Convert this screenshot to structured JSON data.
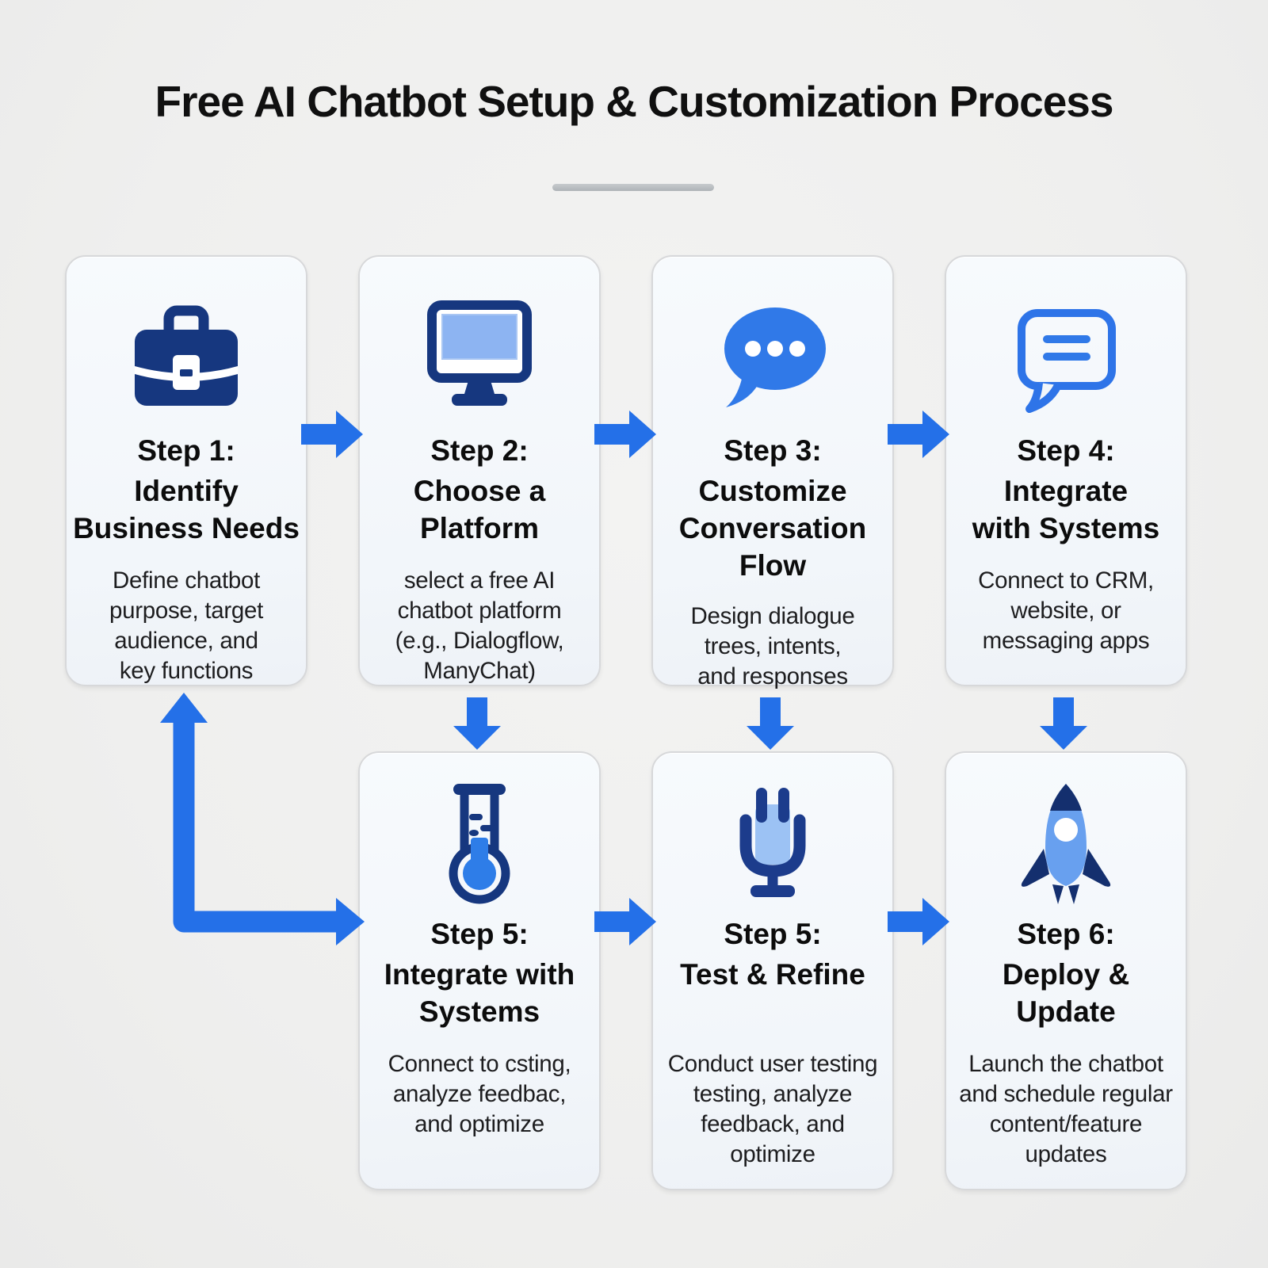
{
  "title": "Free AI Chatbot Setup & Customization Process",
  "colors": {
    "arrow_blue": "#2470e8",
    "icon_navy": "#16377f",
    "icon_blue": "#3079e8",
    "icon_light_blue": "#9cc2f4",
    "card_background": "#f5f8fb",
    "page_background": "#f0f0ee",
    "divider_gray": "#b3b8bd"
  },
  "cards": [
    {
      "icon": "briefcase-icon",
      "step": "Step 1:",
      "heading": "Identify\nBusiness Needs",
      "body": "Define chatbot\npurpose, target\naudience, and\nkey functions"
    },
    {
      "icon": "monitor-icon",
      "step": "Step 2:",
      "heading": "Choose a\nPlatform",
      "body": "select a free AI\nchatbot platform\n(e.g., Dialogflow,\nManyChat)"
    },
    {
      "icon": "speech-bubble-dots-icon",
      "step": "Step 3:",
      "heading": "Customize\nConversation Flow",
      "body": "Design dialogue\ntrees, intents,\nand responses"
    },
    {
      "icon": "chat-bubble-lines-icon",
      "step": "Step 4:",
      "heading": "Integrate\nwith Systems",
      "body": "Connect to CRM,\nwebsite, or\nmessaging apps"
    },
    {
      "icon": "test-tube-icon",
      "step": "Step 5:",
      "heading": "Integrate with\nSystems",
      "body": "Connect to csting,\nanalyze feedbac,\nand optimize"
    },
    {
      "icon": "microphone-icon",
      "step": "Step 5:",
      "heading": "Test & Refine",
      "body": "Conduct user testing\ntesting, analyze\nfeedback, and\noptimize"
    },
    {
      "icon": "rocket-icon",
      "step": "Step 6:",
      "heading": "Deploy &\nUpdate",
      "body": "Launch the chatbot\nand schedule regular\ncontent/feature\nupdates"
    }
  ]
}
